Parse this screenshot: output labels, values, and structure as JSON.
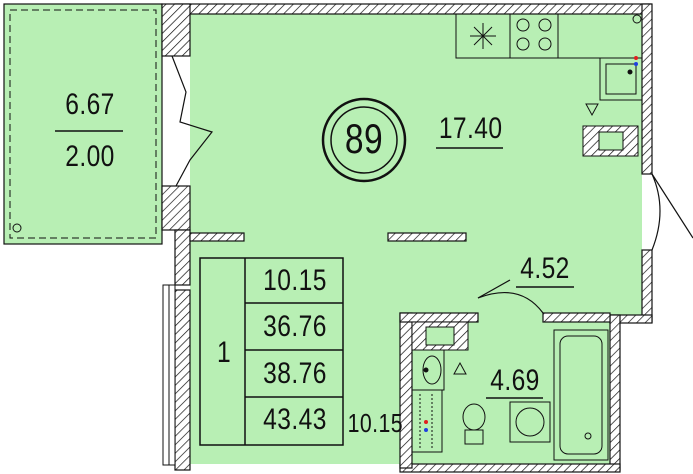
{
  "apartment": {
    "number": "89",
    "rooms": "1"
  },
  "areas": {
    "balcony_area": "6.67",
    "balcony_factor": "2.00",
    "main_room": "17.40",
    "hallway": "4.52",
    "bathroom": "4.69",
    "loggia_note": "10.15"
  },
  "summary_table": {
    "values": [
      "10.15",
      "36.76",
      "38.76",
      "43.43"
    ]
  },
  "colors": {
    "floor_fill": "#b8efb4",
    "wall_fill": "#ffffff",
    "line": "#111111"
  }
}
